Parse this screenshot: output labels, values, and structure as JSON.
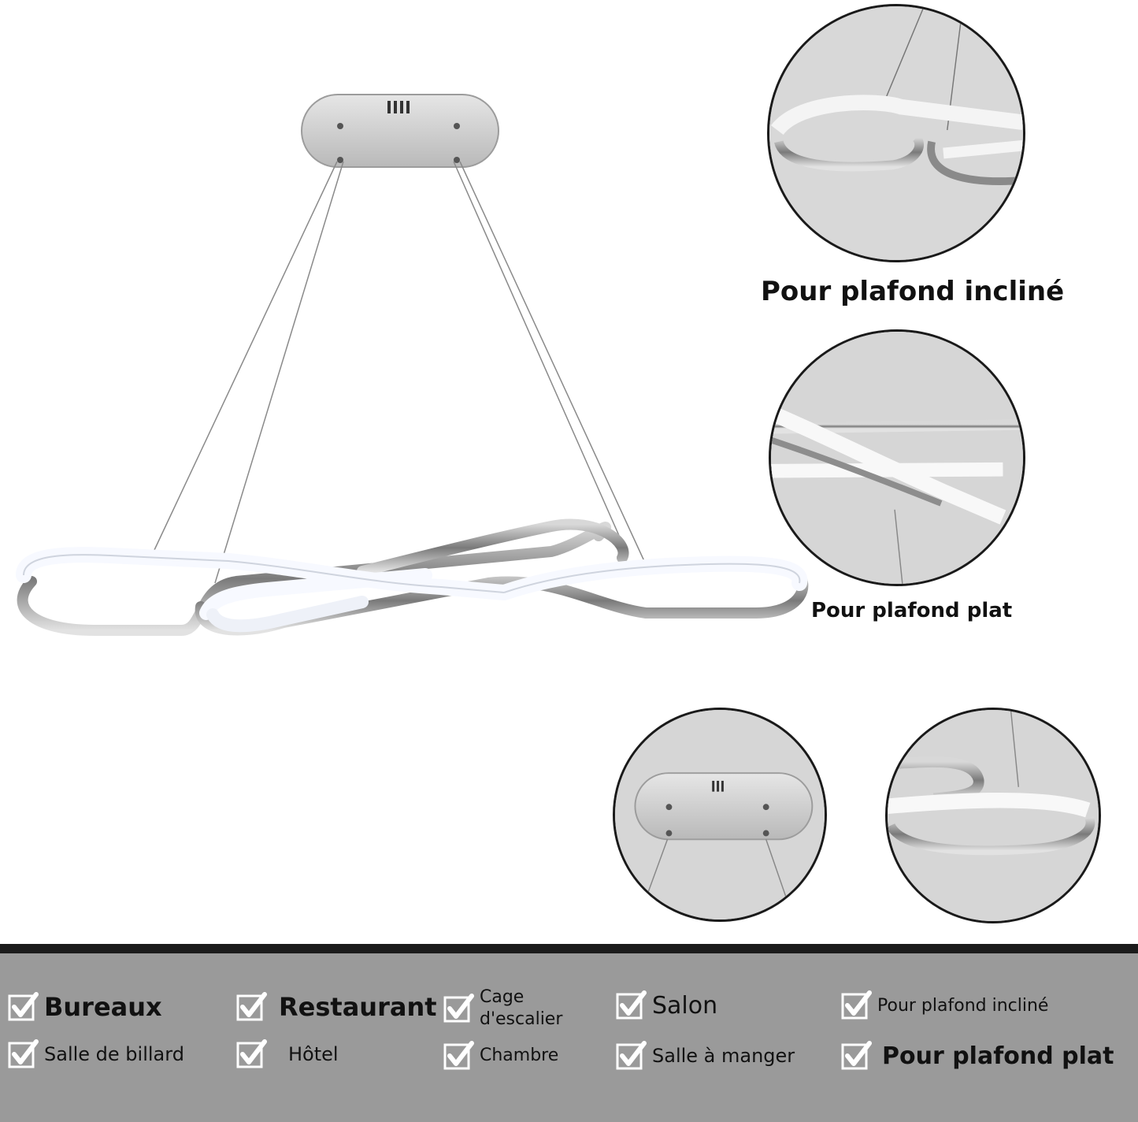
{
  "captions": {
    "sloped": "Pour plafond incliné",
    "flat": "Pour plafond plat"
  },
  "features": [
    {
      "label": "Bureaux"
    },
    {
      "label": "Salle de billard"
    },
    {
      "label": "Restaurant"
    },
    {
      "label": "Hôtel"
    },
    {
      "label": "Cage\nd'escalier"
    },
    {
      "label": "Chambre"
    },
    {
      "label": "Salon"
    },
    {
      "label": "Salle à manger"
    },
    {
      "label": "Pour plafond incliné"
    },
    {
      "label": "Pour plafond plat"
    }
  ],
  "icons": {
    "check": "check-icon"
  },
  "colors": {
    "band": "#9a9a9a",
    "rule": "#1b1b1b",
    "chrome": "#8f8f8f",
    "led": "#f7f9ff"
  }
}
